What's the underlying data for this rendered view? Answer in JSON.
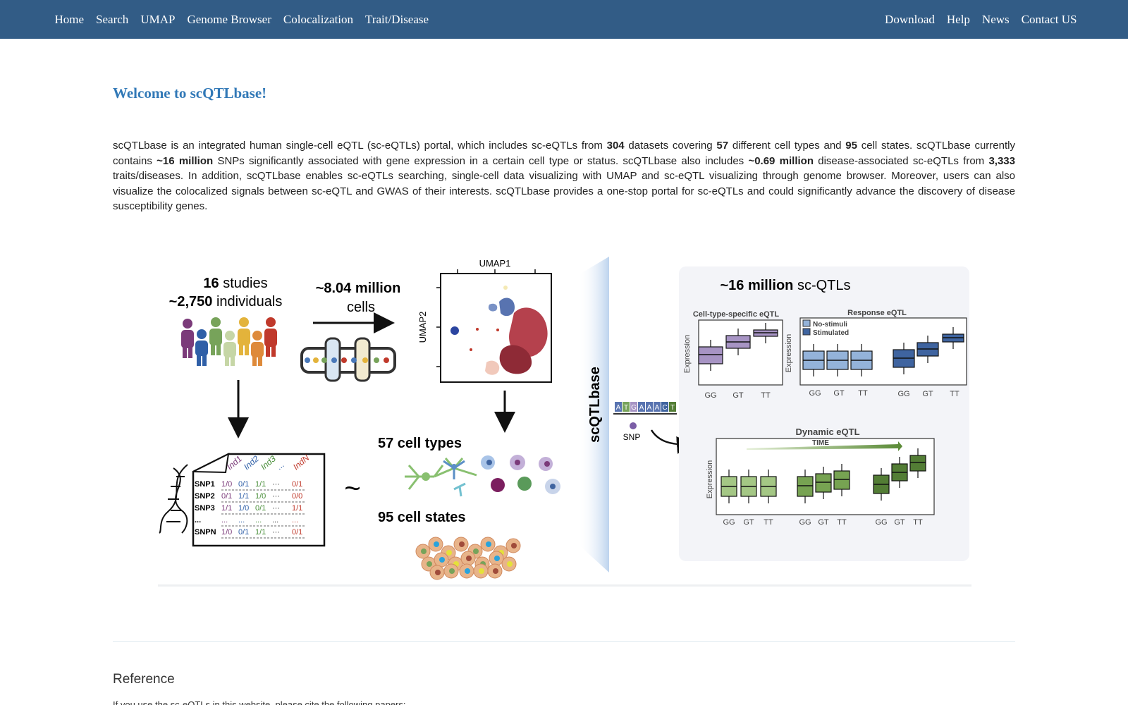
{
  "nav": {
    "left": [
      {
        "label": "Home"
      },
      {
        "label": "Search"
      },
      {
        "label": "UMAP"
      },
      {
        "label": "Genome Browser"
      },
      {
        "label": "Colocalization"
      },
      {
        "label": "Trait/Disease"
      }
    ],
    "right": [
      {
        "label": "Download"
      },
      {
        "label": "Help"
      },
      {
        "label": "News"
      },
      {
        "label": "Contact US"
      }
    ]
  },
  "welcome_title": "Welcome to scQTLbase!",
  "intro": {
    "p1": "scQTLbase is an integrated human single-cell eQTL (sc-eQTLs) portal, which includes sc-eQTLs from ",
    "datasets": "304",
    "p2": " datasets covering ",
    "cell_types": "57",
    "p3": " different cell types and ",
    "cell_states": "95",
    "p4": " cell states. scQTLbase currently contains ",
    "snps": "~16 million",
    "p5": " SNPs significantly associated with gene expression in a certain cell type or status. scQTLbase also includes ",
    "disease_qtls": "~0.69 million",
    "p6": " disease-associated sc-eQTLs from ",
    "traits": "3,333",
    "p7": " traits/diseases. In addition, scQTLbase enables sc-eQTLs searching, single-cell data visualizing with UMAP and sc-eQTL visualizing through genome browser. Moreover, users can also visualize the colocalized signals between sc-eQTL and GWAS of their interests. scQTLbase provides a one-stop portal for sc-eQTLs and could significantly advance the discovery of disease susceptibility genes."
  },
  "figure": {
    "studies_num": "16",
    "studies_word": " studies",
    "individuals_num": "~2,750",
    "individuals_word": " individuals",
    "cells_num": "~8.04 million",
    "cells_word": "cells",
    "umap1": "UMAP1",
    "umap2": "UMAP2",
    "cell_types": "57 cell types",
    "cell_states": "95 cell states",
    "tilde": "~",
    "geno": {
      "ind1": "Ind1",
      "ind2": "Ind2",
      "ind3": "Ind3",
      "dots": "...",
      "indN": "IndN",
      "rows": [
        {
          "snp": "SNP1",
          "v": [
            "1/0",
            "0/1",
            "1/1",
            "···",
            "0/1"
          ]
        },
        {
          "snp": "SNP2",
          "v": [
            "0/1",
            "1/1",
            "1/0",
            "···",
            "0/0"
          ]
        },
        {
          "snp": "SNP3",
          "v": [
            "1/1",
            "1/0",
            "0/1",
            "···",
            "1/1"
          ]
        },
        {
          "snp": "...",
          "v": [
            "...",
            "...",
            "...",
            "...",
            "..."
          ]
        },
        {
          "snp": "SNPN",
          "v": [
            "1/0",
            "0/1",
            "1/1",
            "···",
            "0/1"
          ]
        }
      ]
    },
    "brand": "scQTLbase",
    "snp_seq": [
      "A",
      "T",
      "G",
      "A",
      "A",
      "A",
      "C",
      "T"
    ],
    "snp_label": "SNP",
    "qtl_num": "~16 million",
    "qtl_word": " sc-QTLs",
    "cts_title": "Cell-type-specific eQTL",
    "resp_title": "Response eQTL",
    "legend_no": "No-stimuli",
    "legend_stim": "Stimulated",
    "dyn_title": "Dynamic eQTL",
    "time": "TIME",
    "expression": "Expression",
    "genotypes": [
      "GG",
      "GT",
      "TT"
    ],
    "colors": {
      "purple": "#a794c4",
      "light_blue": "#94b3da",
      "dark_blue": "#3f64a0",
      "green_light": "#a4c785",
      "green_mid": "#77a352",
      "green_dark": "#537d35",
      "umap_red": "#b5414d"
    }
  },
  "reference_title": "Reference",
  "reference_text": "If you use the sc-eQTLs in this website, please cite the following papers:"
}
